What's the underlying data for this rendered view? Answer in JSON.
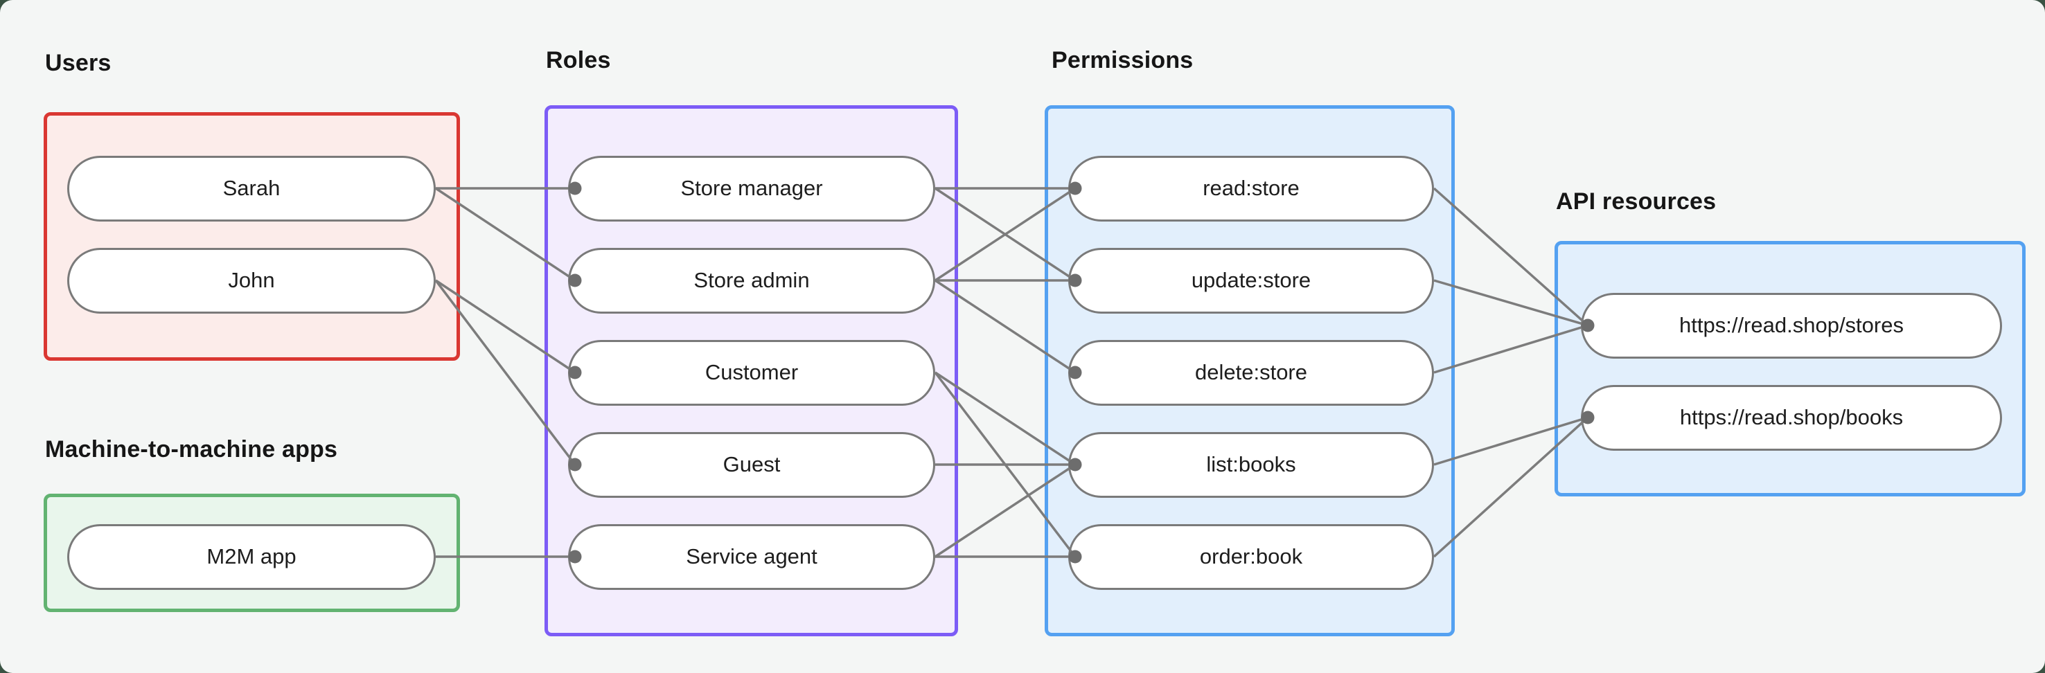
{
  "diagram": {
    "groups": [
      {
        "id": "users",
        "label": "Users",
        "nodes": [
          {
            "id": "sarah",
            "label": "Sarah"
          },
          {
            "id": "john",
            "label": "John"
          }
        ]
      },
      {
        "id": "m2m",
        "label": "Machine-to-machine apps",
        "nodes": [
          {
            "id": "m2m-app",
            "label": "M2M app"
          }
        ]
      },
      {
        "id": "roles",
        "label": "Roles",
        "nodes": [
          {
            "id": "store-manager",
            "label": "Store manager"
          },
          {
            "id": "store-admin",
            "label": "Store admin"
          },
          {
            "id": "customer",
            "label": "Customer"
          },
          {
            "id": "guest",
            "label": "Guest"
          },
          {
            "id": "service-agent",
            "label": "Service agent"
          }
        ]
      },
      {
        "id": "permissions",
        "label": "Permissions",
        "nodes": [
          {
            "id": "read-store",
            "label": "read:store"
          },
          {
            "id": "update-store",
            "label": "update:store"
          },
          {
            "id": "delete-store",
            "label": "delete:store"
          },
          {
            "id": "list-books",
            "label": "list:books"
          },
          {
            "id": "order-book",
            "label": "order:book"
          }
        ]
      },
      {
        "id": "api",
        "label": "API resources",
        "nodes": [
          {
            "id": "stores-url",
            "label": "https://read.shop/stores"
          },
          {
            "id": "books-url",
            "label": "https://read.shop/books"
          }
        ]
      }
    ],
    "edges": [
      [
        "sarah",
        "store-manager"
      ],
      [
        "sarah",
        "store-admin"
      ],
      [
        "john",
        "customer"
      ],
      [
        "john",
        "guest"
      ],
      [
        "m2m-app",
        "service-agent"
      ],
      [
        "store-manager",
        "read-store"
      ],
      [
        "store-manager",
        "update-store"
      ],
      [
        "store-admin",
        "read-store"
      ],
      [
        "store-admin",
        "update-store"
      ],
      [
        "store-admin",
        "delete-store"
      ],
      [
        "customer",
        "list-books"
      ],
      [
        "customer",
        "order-book"
      ],
      [
        "guest",
        "list-books"
      ],
      [
        "service-agent",
        "list-books"
      ],
      [
        "service-agent",
        "order-book"
      ],
      [
        "read-store",
        "stores-url"
      ],
      [
        "update-store",
        "stores-url"
      ],
      [
        "delete-store",
        "stores-url"
      ],
      [
        "list-books",
        "books-url"
      ],
      [
        "order-book",
        "books-url"
      ]
    ],
    "colors": {
      "canvas_bg": "#f4f6f5",
      "backdrop": "#3a5243",
      "users_border": "#da3732",
      "users_fill": "#fcecea",
      "m2m_border": "#62b371",
      "m2m_fill": "#e9f6ec",
      "roles_border": "#7c5cf6",
      "roles_fill": "#f3edfd",
      "permissions_border": "#54a1f1",
      "permissions_fill": "#e2effc",
      "api_border": "#54a1f1",
      "api_fill": "#e2effc",
      "node_border": "#7a7a7a",
      "node_fill": "#ffffff",
      "edge_line": "#7c7c7c",
      "edge_dot": "#6d6d6d",
      "label_text": "#161616",
      "node_text": "#1d1d1d"
    }
  }
}
